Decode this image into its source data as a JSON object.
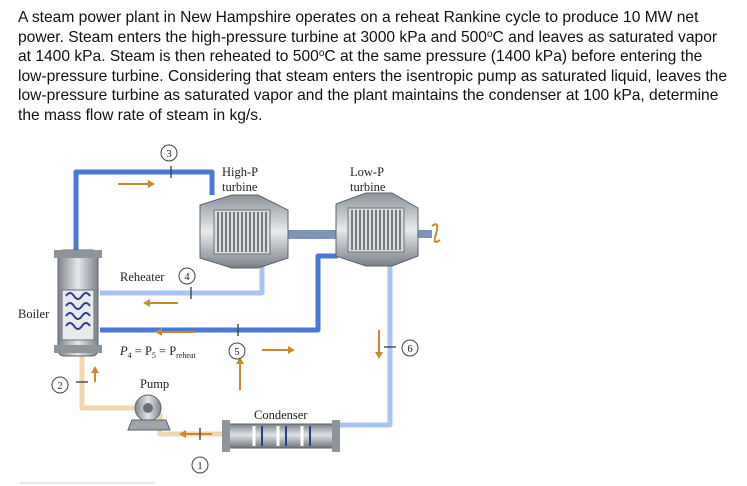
{
  "question": {
    "part1": "A steam power plant in New Hampshire operates on a reheat Rankine cycle to produce 10 MW net power. Steam enters the high-pressure turbine at 3000 kPa and 500",
    "deg1": "o",
    "part2": "C and leaves as saturated vapor at 1400 kPa. Steam is then reheated to 500",
    "deg2": "o",
    "part3": "C at the same pressure (1400 kPa) before entering the low-pressure turbine. Considering that steam enters the isentropic pump as saturated liquid, leaves the low-pressure turbine as saturated vapor and the plant maintains the condenser at 100 kPa, determine the mass flow rate of steam in kg/s."
  },
  "diagram": {
    "hp_turbine_line1": "High-P",
    "hp_turbine_line2": "turbine",
    "lp_turbine_line1": "Low-P",
    "lp_turbine_line2": "turbine",
    "boiler": "Boiler",
    "reheater": "Reheater",
    "pump": "Pump",
    "condenser": "Condenser",
    "pressure_p4": "P",
    "pressure_sub4": "4",
    "pressure_eq1": " = P",
    "pressure_sub5": "5",
    "pressure_eq2": " = P",
    "pressure_subreheat": "reheat",
    "state1": "1",
    "state2": "2",
    "state3": "3",
    "state4": "4",
    "state5": "5",
    "state6": "6",
    "colors": {
      "steam_pipe": "#4a78d4",
      "reheat_pipe": "#a9c4ee",
      "liquid_pipe": "#f0d7ad",
      "arrow": "#c98a2e",
      "machine": "#9ea5ab"
    }
  }
}
